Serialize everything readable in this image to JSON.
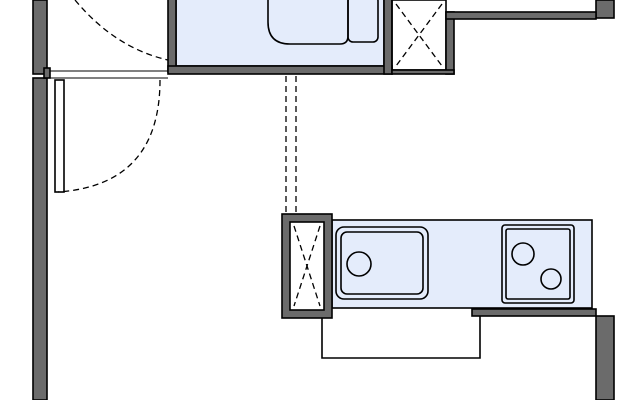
{
  "plan": {
    "colors": {
      "wall": "#6b6b6b",
      "fixture": "#e4ecfb",
      "background": "#ffffff",
      "outline": "#000000"
    },
    "elements": [
      "exterior-walls",
      "entrance-door-swing",
      "bathroom-fixture-area",
      "toilet",
      "shoe-storage-closet",
      "interior-partition",
      "dashed-ceiling-line",
      "kitchen-counter",
      "kitchen-sink",
      "two-burner-stove",
      "refrigerator-space"
    ]
  }
}
